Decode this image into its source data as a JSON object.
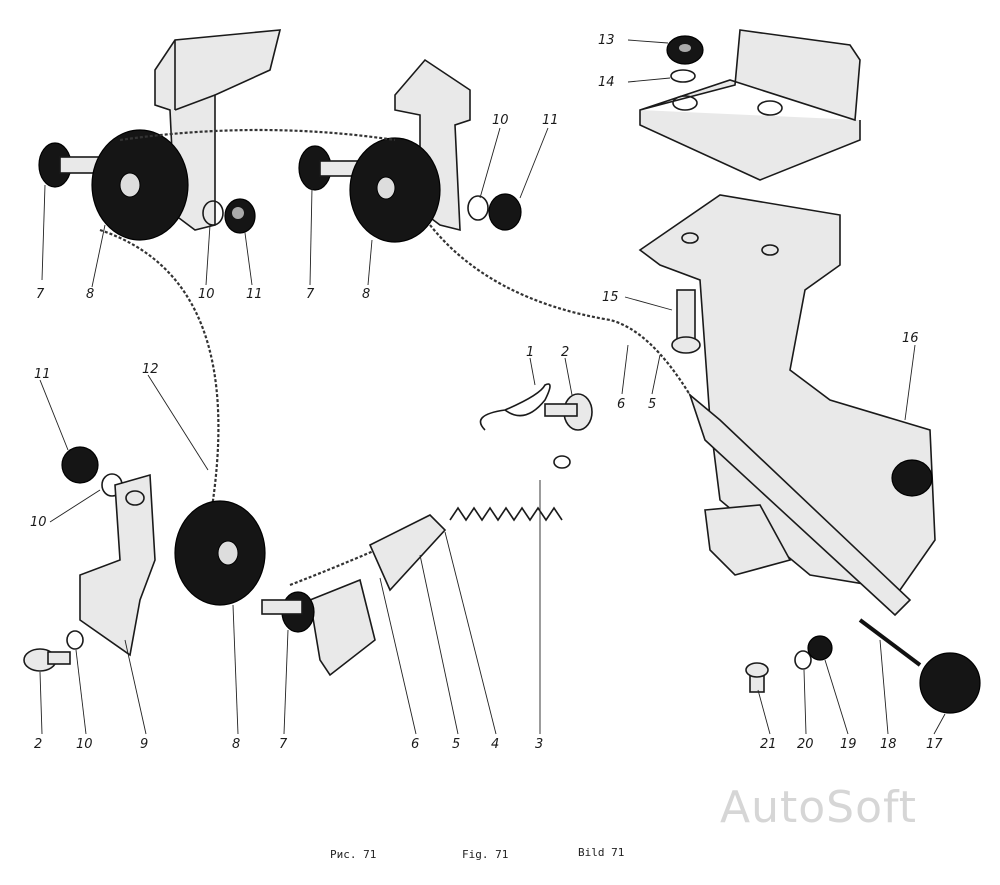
{
  "callouts": {
    "c13": "13",
    "c14": "14",
    "c10a": "10",
    "c11a": "11",
    "c7a": "7",
    "c8a": "8",
    "c10b": "10",
    "c11b": "11",
    "c7b": "7",
    "c8b": "8",
    "c15": "15",
    "c16": "16",
    "c1": "1",
    "c2a": "2",
    "c6a": "6",
    "c5a": "5",
    "c11c": "11",
    "c12": "12",
    "c10c": "10",
    "c2b": "2",
    "c10d": "10",
    "c9": "9",
    "c8c": "8",
    "c7c": "7",
    "c6b": "6",
    "c5b": "5",
    "c4": "4",
    "c3": "3",
    "c21": "21",
    "c20": "20",
    "c19": "19",
    "c18": "18",
    "c17": "17"
  },
  "captions": {
    "ru": "Рис. 71",
    "en": "Fig. 71",
    "de": "Bild 71"
  },
  "watermark": "AutoSoft"
}
